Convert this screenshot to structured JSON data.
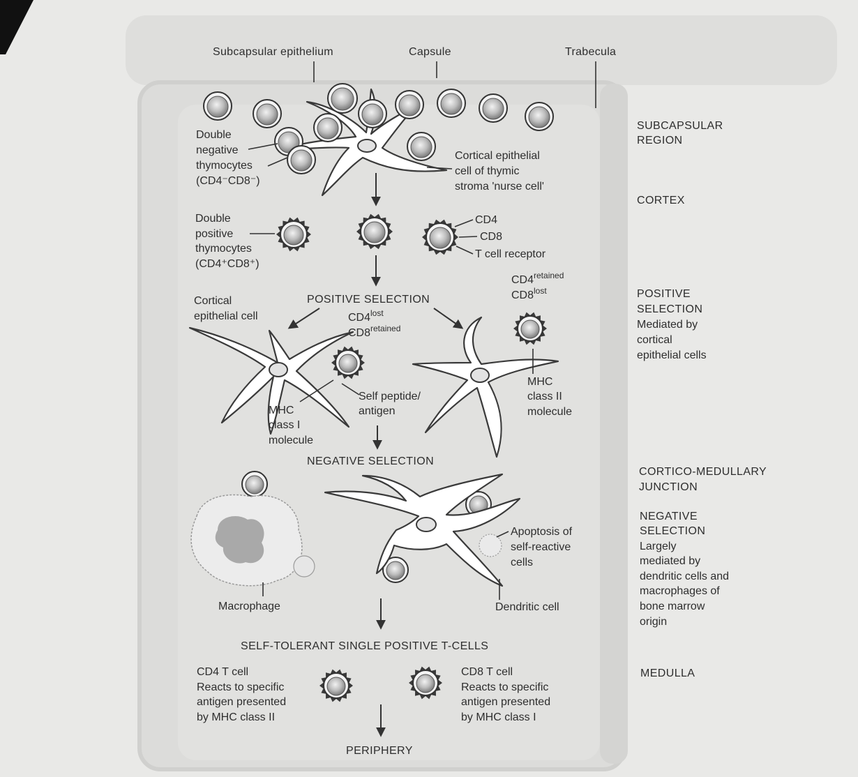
{
  "header": {
    "subcapsular_epithelium": "Subcapsular epithelium",
    "capsule": "Capsule",
    "trabecula": "Trabecula"
  },
  "labels": {
    "double_negative": [
      "Double",
      "negative",
      "thymocytes",
      "(CD4⁻CD8⁻)"
    ],
    "nurse_cell": [
      "Cortical epithelial",
      "cell of thymic",
      "stroma 'nurse cell'"
    ],
    "double_positive": [
      "Double",
      "positive",
      "thymocytes",
      "(CD4⁺CD8⁺)"
    ],
    "cd4": "CD4",
    "cd8": "CD8",
    "tcr": "T cell receptor",
    "positive_selection": "POSITIVE SELECTION",
    "cortical_epithelial_cell": [
      "Cortical",
      "epithelial cell"
    ],
    "cd4_lost": {
      "base": "CD4",
      "sup": "lost"
    },
    "cd8_retained": {
      "base": "CD8",
      "sup": "retained"
    },
    "cd4_retained": {
      "base": "CD4",
      "sup": "retained"
    },
    "cd8_lost": {
      "base": "CD8",
      "sup": "lost"
    },
    "self_peptide": [
      "Self peptide/",
      "antigen"
    ],
    "mhc_class_1": [
      "MHC",
      "class I",
      "molecule"
    ],
    "mhc_class_2": [
      "MHC",
      "class II",
      "molecule"
    ],
    "negative_selection": "NEGATIVE SELECTION",
    "apoptosis": [
      "Apoptosis of",
      "self-reactive",
      "cells"
    ],
    "macrophage": "Macrophage",
    "dendritic_cell": "Dendritic cell",
    "self_tolerant": "SELF-TOLERANT SINGLE POSITIVE T-CELLS",
    "cd4_t_cell": [
      "CD4 T cell",
      "Reacts to specific",
      "antigen presented",
      "by MHC class II"
    ],
    "cd8_t_cell": [
      "CD8 T cell",
      "Reacts to specific",
      "antigen presented",
      "by MHC class I"
    ],
    "periphery": "PERIPHERY"
  },
  "regions": {
    "subcapsular": [
      "SUBCAPSULAR",
      "REGION"
    ],
    "cortex": "CORTEX",
    "positive": [
      "POSITIVE",
      "SELECTION",
      "Mediated by",
      "cortical",
      "epithelial cells"
    ],
    "junction": [
      "CORTICO-MEDULLARY",
      "JUNCTION"
    ],
    "negative": [
      "NEGATIVE",
      "SELECTION",
      "Largely",
      "mediated by",
      "dendritic cells and",
      "macrophages of",
      "bone marrow",
      "origin"
    ],
    "medulla": "MEDULLA"
  },
  "colors": {
    "background": "#e9e9e7",
    "lobule": "#dcdcda",
    "ink": "#2e2e2e"
  }
}
